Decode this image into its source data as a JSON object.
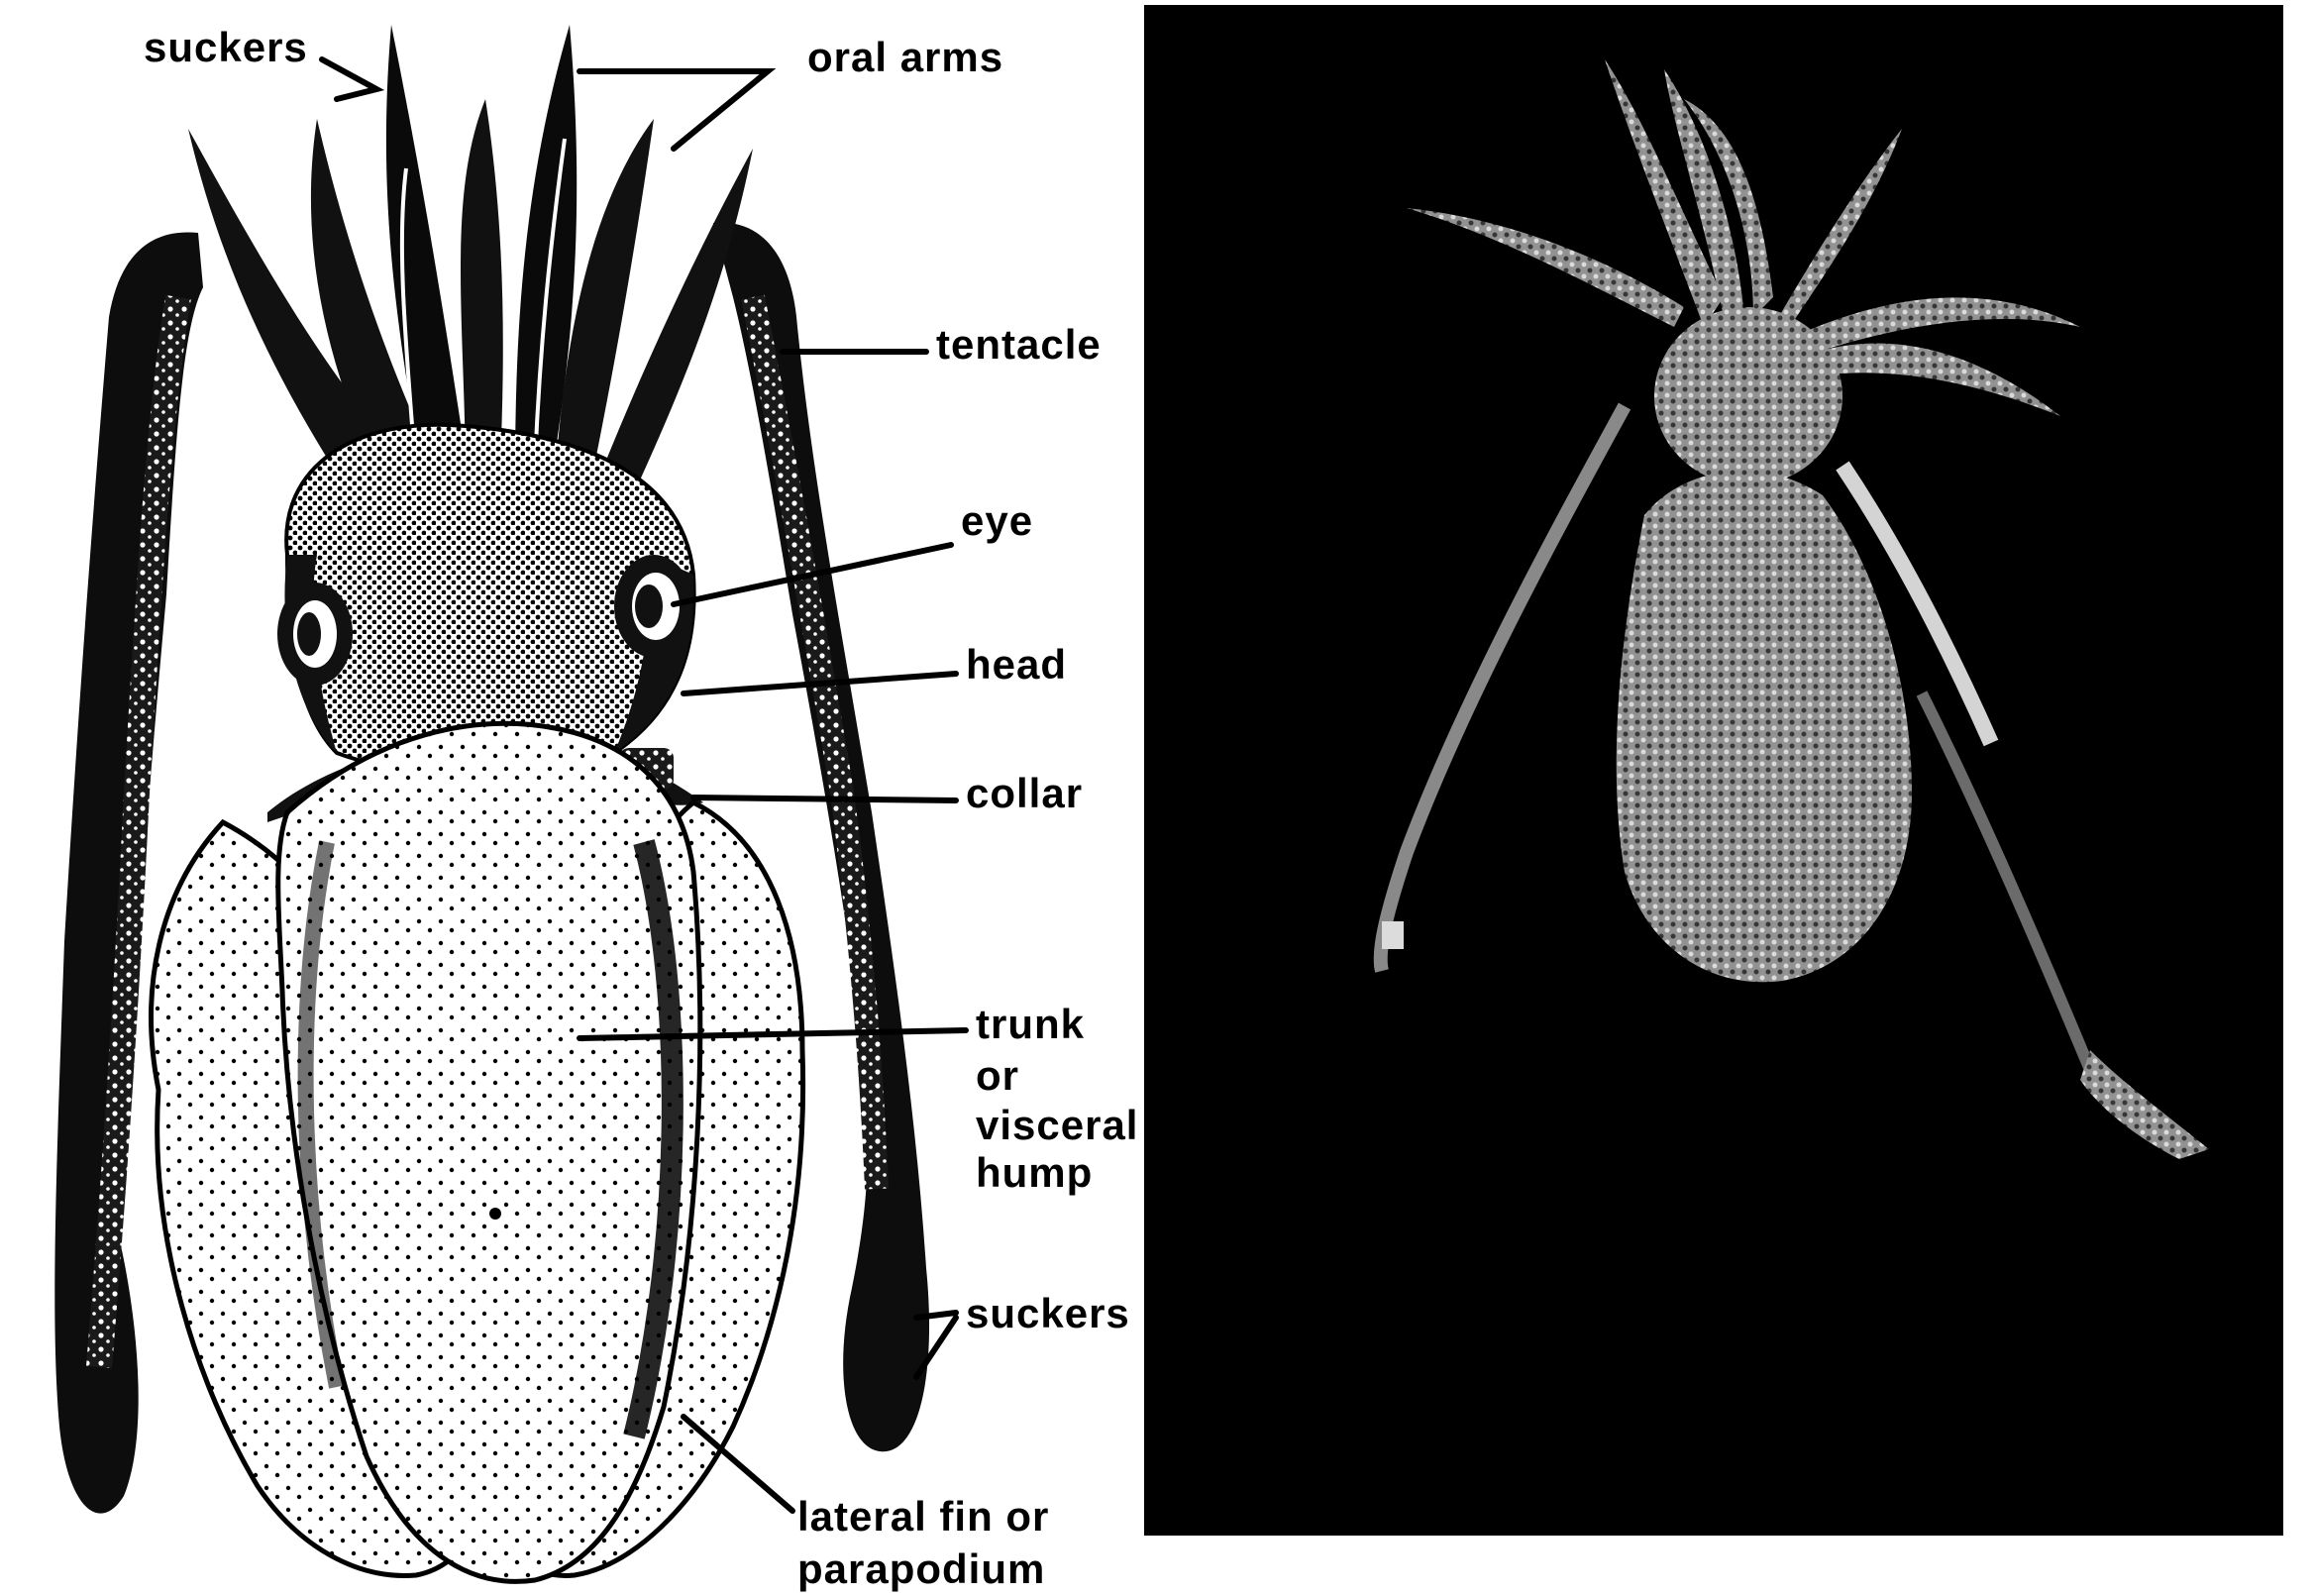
{
  "labels": {
    "suckers_top": "suckers",
    "oral_arms": "oral arms",
    "tentacle": "tentacle",
    "eye": "eye",
    "head": "head",
    "collar": "collar",
    "trunk_line1": "trunk",
    "trunk_line2": "or",
    "trunk_line3": "visceral",
    "trunk_line4": "hump",
    "suckers_bottom": "suckers",
    "fin_line1": "lateral fin or",
    "fin_line2": "parapodium"
  },
  "colors": {
    "ink": "#000000",
    "paper": "#ffffff",
    "photo_background": "#000000",
    "photo_specimen": "#d8d8d8"
  }
}
